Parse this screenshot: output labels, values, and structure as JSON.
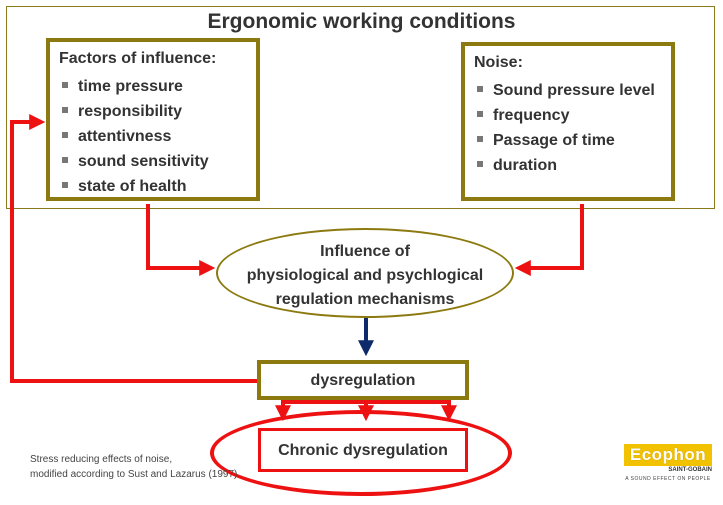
{
  "title": "Ergonomic working conditions",
  "factors": {
    "heading": "Factors of influence:",
    "items": [
      "time pressure",
      "responsibility",
      "attentivness",
      "sound sensitivity",
      "state of health"
    ]
  },
  "noise": {
    "heading": "Noise:",
    "items": [
      "Sound pressure level",
      "frequency",
      "Passage of time",
      "duration"
    ]
  },
  "regulation": {
    "line1": "Influence of",
    "line2": "physiological and psychlogical",
    "line3": "regulation mechanisms"
  },
  "dysregulation": "dysregulation",
  "chronic": "Chronic dysregulation",
  "caption": {
    "line1": "Stress reducing effects of noise,",
    "line2": "modified according to Sust and Lazarus (1997)"
  },
  "logo": {
    "brand": "Ecophon",
    "sub": "SAINT-GOBAIN",
    "tagline": "A SOUND EFFECT ON PEOPLE"
  },
  "colors": {
    "olive": "#8c7a10",
    "red": "#ee1111",
    "navy": "#0d2a6b",
    "logo_yellow": "#f2c200"
  },
  "icons": [
    "bullet-square-icon",
    "red-arrow-icon",
    "blue-arrow-icon"
  ]
}
